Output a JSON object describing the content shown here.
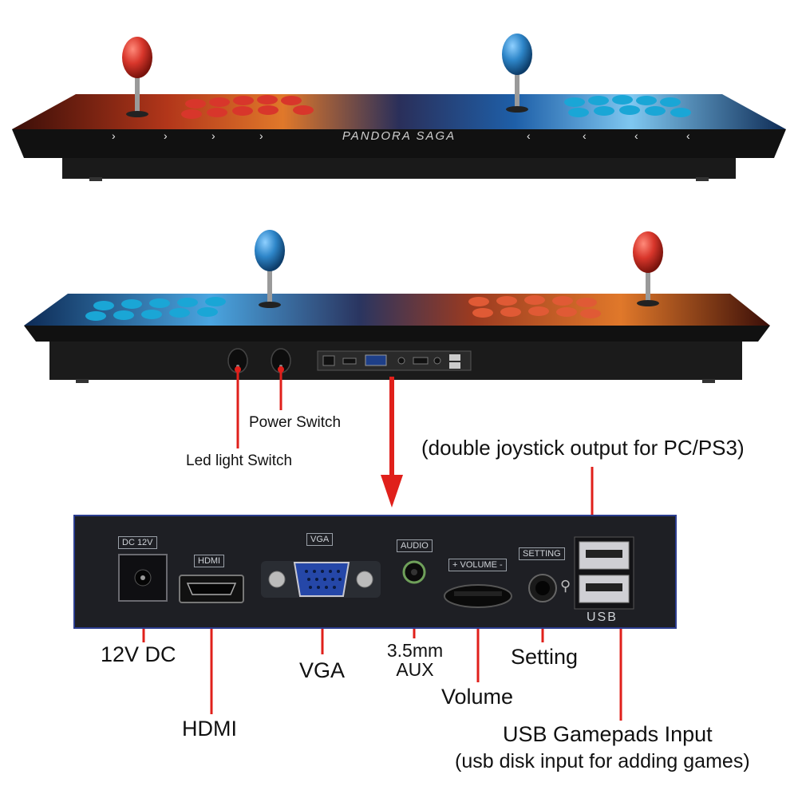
{
  "top_console": {
    "brand": "PANDORA SAGA",
    "colors": {
      "red": "#d8362b",
      "blue": "#2e86c9",
      "cyan": "#1aa6d6",
      "body": "#141414"
    }
  },
  "switch_labels": {
    "power": "Power Switch",
    "led": "Led light Switch"
  },
  "panel": {
    "port_labels": {
      "dc": "DC 12V",
      "hdmi": "HDMI",
      "vga": "VGA",
      "audio": "AUDIO",
      "volume": "+ VOLUME -",
      "setting": "SETTING",
      "usb": "USB"
    }
  },
  "callouts": {
    "dc": "12V DC",
    "hdmi": "HDMI",
    "vga": "VGA",
    "aux_line1": "3.5mm",
    "aux_line2": "AUX",
    "volume": "Volume",
    "setting": "Setting",
    "joystick_output": "(double joystick output for PC/PS3)",
    "usb_line1": "USB Gamepads Input",
    "usb_line2": "(usb disk input for adding games)"
  },
  "colors": {
    "arrow": "#e0201b",
    "panel_bg": "#1e1f24",
    "panel_border": "#2b3d8f"
  }
}
